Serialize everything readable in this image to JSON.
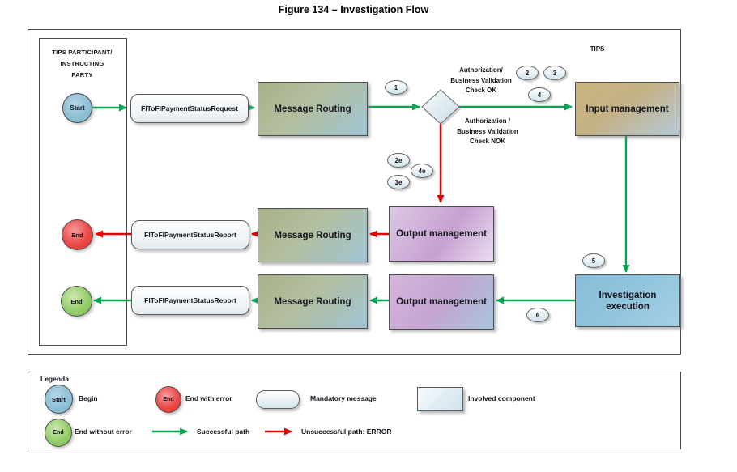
{
  "title": "Figure 134 – Investigation Flow",
  "colors": {
    "success_path": "#00A650",
    "error_path": "#E60000",
    "begin_node": "#8EC0D6",
    "end_error_node": "#EC4848",
    "end_success_node": "#8FCB66"
  },
  "diagram": {
    "tips_region_label": "TIPS",
    "participant_lane": {
      "line1": "TIPS PARTICIPANT/",
      "line2": "INSTRUCTING",
      "line3": "PARTY"
    },
    "nodes": {
      "start": "Start",
      "end_error": "End",
      "end_success": "End",
      "request_pill": "FIToFIPaymentStatusRequest",
      "report_pill_error": "FIToFIPaymentStatusReport",
      "report_pill_success": "FIToFIPaymentStatusReport",
      "message_routing_top": "Message Routing",
      "message_routing_mid": "Message Routing",
      "message_routing_bottom": "Message Routing",
      "input_management": "Input management",
      "output_management_mid": "Output management",
      "output_management_bottom": "Output management",
      "investigation_execution": "Investigation execution"
    },
    "annotations": {
      "check_ok_line1": "Authorization/",
      "check_ok_line2": "Business Validation",
      "check_ok_line3": "Check OK",
      "check_nok_line1": "Authorization /",
      "check_nok_line2": "Business Validation",
      "check_nok_line3": "Check NOK"
    },
    "steps": {
      "s1": "1",
      "s2": "2",
      "s3": "3",
      "s4": "4",
      "s2e": "2e",
      "s4e": "4e",
      "s3e": "3e",
      "s5": "5",
      "s6": "6"
    }
  },
  "legend": {
    "title": "Legenda",
    "begin_symbol": "Start",
    "begin_label": "Begin",
    "end_error_symbol": "End",
    "end_error_label": "End with error",
    "end_success_symbol": "End",
    "end_success_label": "End without error",
    "mandatory_message_label": "Mandatory message",
    "involved_component_label": "Involved component",
    "successful_path_label": "Successful path",
    "unsuccessful_path_label": "Unsuccessful path: ERROR"
  }
}
